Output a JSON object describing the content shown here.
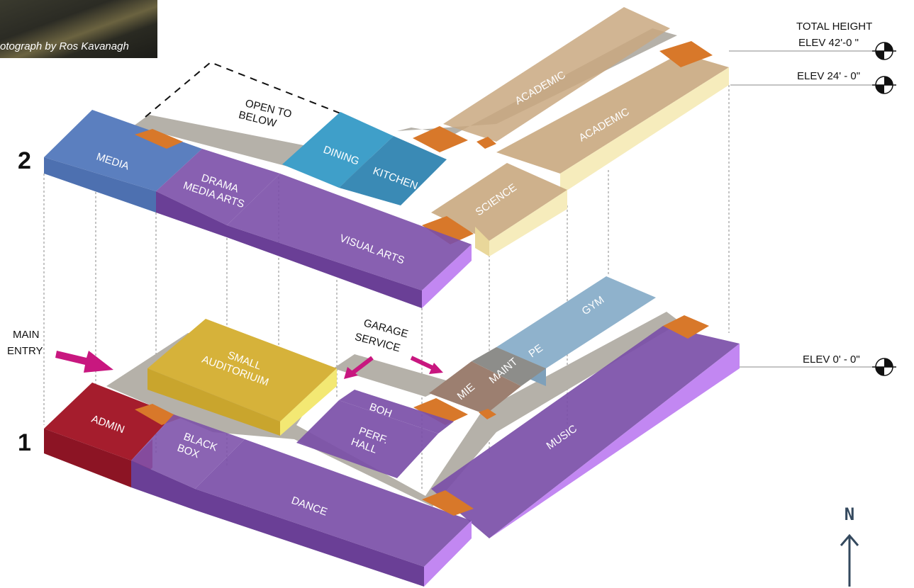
{
  "photo_credit": "otograph by Ros Kavanagh",
  "floors": [
    "2",
    "1"
  ],
  "rooms": {
    "media": "MEDIA",
    "drama": [
      "DRAMA",
      "MEDIA ARTS"
    ],
    "visual_arts": "VISUAL ARTS",
    "dining": "DINING",
    "kitchen": "KITCHEN",
    "academic_1": "ACADEMIC",
    "academic_2": "ACADEMIC",
    "science": "SCIENCE",
    "small_auditorium": [
      "SMALL",
      "AUDITORIUIM"
    ],
    "admin": "ADMIN",
    "black_box": [
      "BLACK",
      "BOX"
    ],
    "dance": "DANCE",
    "boh": "BOH",
    "perf_hall": [
      "PERF.",
      "HALL"
    ],
    "mie": "MIE",
    "maint": "MAINT",
    "pe": "PE",
    "gym": "GYM",
    "music": "MUSIC"
  },
  "open_to_below": [
    "OPEN TO",
    "BELOW"
  ],
  "main_entry": [
    "MAIN",
    "ENTRY"
  ],
  "garage_service": [
    "GARAGE",
    "SERVICE"
  ],
  "elevations": {
    "total_height": "TOTAL HEIGHT",
    "elev_42": "ELEV 42'-0 \"",
    "elev_24": "ELEV 24' - 0\"",
    "elev_0": "ELEV 0' - 0\""
  },
  "north": "N",
  "colors": {
    "media": "#5b7fbf",
    "purple": "#7b4fa8",
    "purple_side": "#c287f2",
    "dining": "#3f9fc9",
    "academic": "#c9a880",
    "academic_side": "#f6ecbc",
    "circulation": "#b5b1a9",
    "stair": "#d8782a",
    "auditorium": "#d6b23a",
    "admin": "#a51d2d",
    "gym": "#8fb2cc",
    "maint": "#8d8d8a",
    "mie": "#9c7f70"
  }
}
